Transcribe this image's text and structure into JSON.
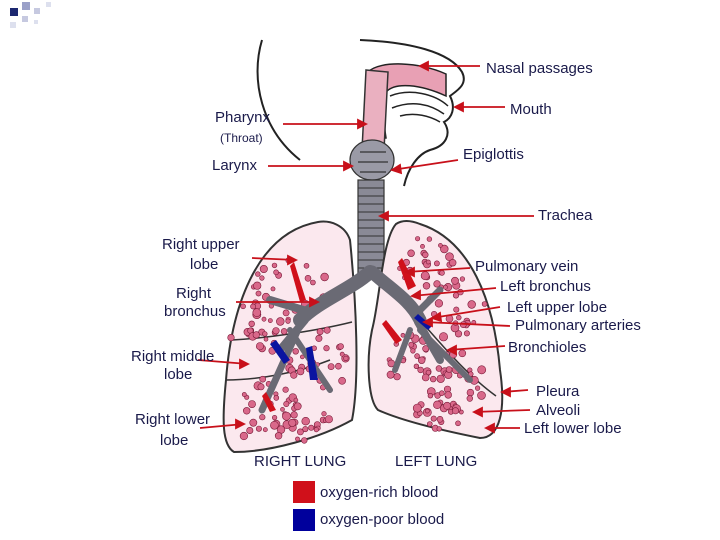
{
  "labels": {
    "nasal_passages": "Nasal passages",
    "mouth": "Mouth",
    "pharynx": "Pharynx",
    "throat": "(Throat)",
    "larynx": "Larynx",
    "epiglottis": "Epiglottis",
    "trachea": "Trachea",
    "right_upper_lobe_1": "Right upper",
    "right_upper_lobe_2": "lobe",
    "pulmonary_vein": "Pulmonary vein",
    "left_bronchus": "Left bronchus",
    "right_bronchus_1": "Right",
    "right_bronchus_2": "bronchus",
    "left_upper_lobe": "Left upper lobe",
    "pulmonary_arteries": "Pulmonary arteries",
    "bronchioles": "Bronchioles",
    "right_middle_lobe_1": "Right middle",
    "right_middle_lobe_2": "lobe",
    "pleura": "Pleura",
    "alveoli": "Alveoli",
    "right_lower_lobe_1": "Right lower",
    "right_lower_lobe_2": "lobe",
    "left_lower_lobe": "Left lower lobe",
    "right_lung": "RIGHT LUNG",
    "left_lung": "LEFT LUNG"
  },
  "legend": [
    {
      "label": "oxygen-rich blood",
      "color": "#d0101a"
    },
    {
      "label": "oxygen-poor blood",
      "color": "#00009c"
    }
  ],
  "colors": {
    "accent_navy": "#1c2870",
    "pointer_red": "#c8101a",
    "tissue_pink": "#d9688a",
    "airway_gray": "#7d7d88"
  },
  "icons": [
    "slide-corner-bullet-icon"
  ]
}
